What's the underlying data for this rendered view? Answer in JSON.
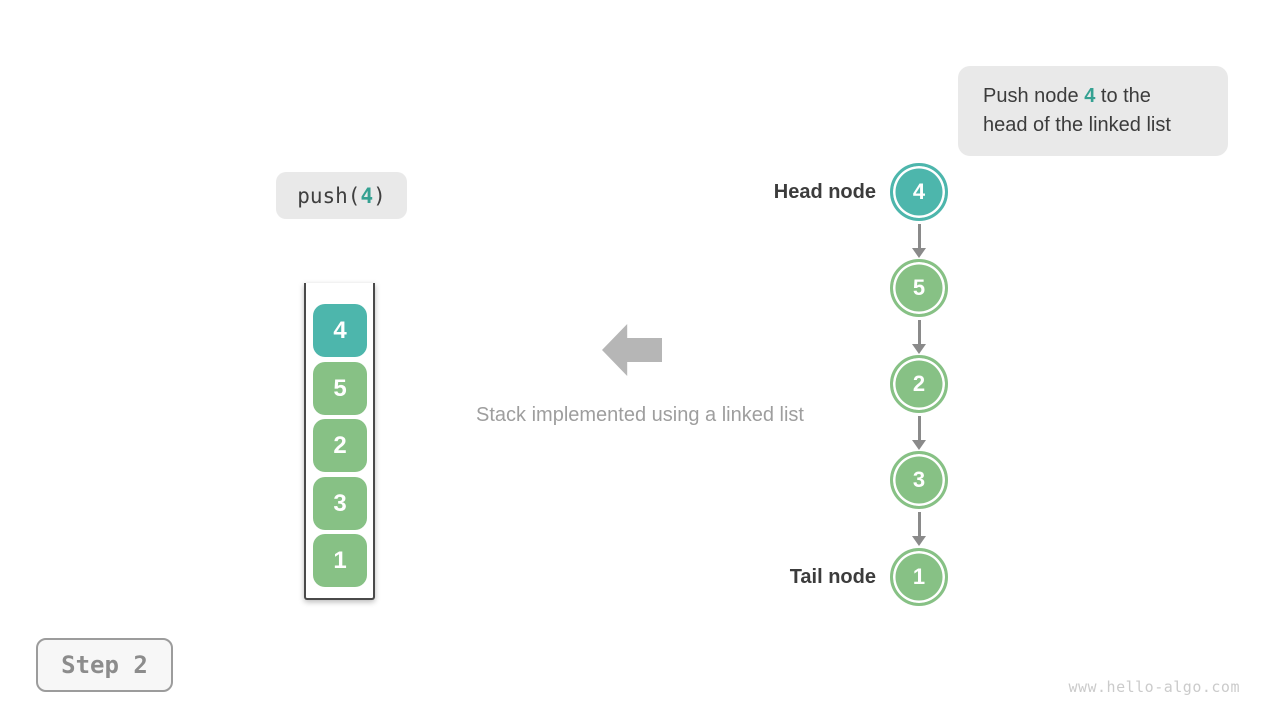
{
  "colors": {
    "teal": "#4db6ac",
    "green": "#87c185",
    "accent": "#35a192",
    "dark": "#3c3c3c",
    "caption-gray": "#9e9e9e",
    "arrow-gray": "#8a8a8a",
    "big-arrow": "#b6b6b6",
    "box-bg": "#e9e9e9",
    "step-text": "#8c8c8c",
    "step-border": "#9c9c9c",
    "step-bg": "#f7f7f7",
    "watermark": "#cbcbcb",
    "container-border": "#4a4a4a"
  },
  "callout": {
    "line1_before": "Push node ",
    "highlight": "4",
    "line1_after": " to the",
    "line2": "head of the linked list"
  },
  "operation": {
    "prefix": "push(",
    "arg": "4",
    "suffix": ")"
  },
  "stack": {
    "items": [
      {
        "value": "4",
        "highlight": true
      },
      {
        "value": "5",
        "highlight": false
      },
      {
        "value": "2",
        "highlight": false
      },
      {
        "value": "3",
        "highlight": false
      },
      {
        "value": "1",
        "highlight": false
      }
    ]
  },
  "caption": {
    "text": "Stack implemented using a linked list"
  },
  "linked_list": {
    "head_label": "Head node",
    "tail_label": "Tail node",
    "nodes": [
      {
        "value": "4",
        "highlight": true
      },
      {
        "value": "5",
        "highlight": false
      },
      {
        "value": "2",
        "highlight": false
      },
      {
        "value": "3",
        "highlight": false
      },
      {
        "value": "1",
        "highlight": false
      }
    ]
  },
  "step": {
    "label": "Step 2"
  },
  "footer": {
    "watermark": "www.hello-algo.com"
  }
}
